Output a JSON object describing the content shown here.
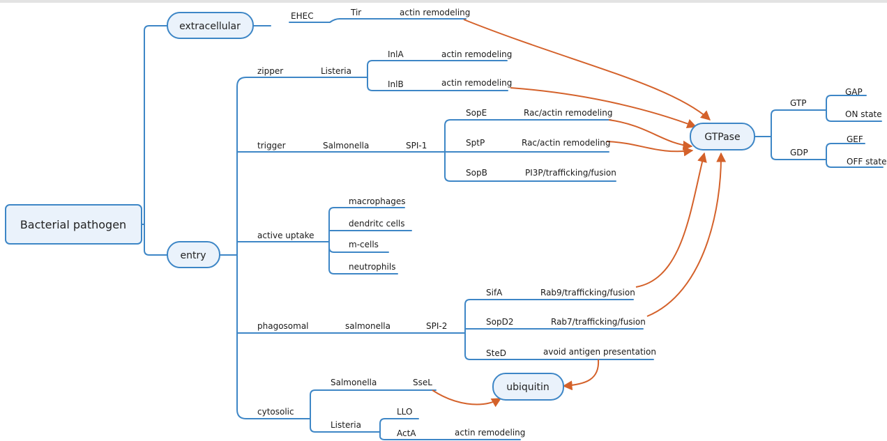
{
  "colors": {
    "branch": "#3d86c6",
    "arrow": "#d4612a",
    "node_fill": "#eaf2fb"
  },
  "root": "Bacterial pathogen",
  "extracellular": {
    "label": "extracellular",
    "ehec": "EHEC",
    "tir": "Tir",
    "tir_effect": "actin remodeling"
  },
  "entry": {
    "label": "entry",
    "zipper": {
      "label": "zipper",
      "listeria": "Listeria",
      "inla": "InlA",
      "inla_effect": "actin remodeling",
      "inlb": "InlB",
      "inlb_effect": "actin remodeling"
    },
    "trigger": {
      "label": "trigger",
      "salmonella": "Salmonella",
      "spi1": "SPI-1",
      "sope": "SopE",
      "sope_effect": "Rac/actin remodeling",
      "sptp": "SptP",
      "sptp_effect": "Rac/actin remodeling",
      "sopb": "SopB",
      "sopb_effect": "PI3P/trafficking/fusion"
    },
    "active_uptake": {
      "label": "active uptake",
      "macrophages": "macrophages",
      "dendritic": "dendritc cells",
      "mcells": "m-cells",
      "neutrophils": "neutrophils"
    },
    "phagosomal": {
      "label": "phagosomal",
      "salmonella": "salmonella",
      "spi2": "SPI-2",
      "sifa": "SifA",
      "sifa_effect": "Rab9/trafficking/fusion",
      "sopd2": "SopD2",
      "sopd2_effect": "Rab7/trafficking/fusion",
      "sted": "SteD",
      "sted_effect": "avoid antigen presentation"
    },
    "cytosolic": {
      "label": "cytosolic",
      "salmonella": "Salmonella",
      "ssel": "SseL",
      "listeria": "Listeria",
      "llo": "LLO",
      "acta": "ActA",
      "acta_effect": "actin remodeling"
    }
  },
  "gtpase": {
    "label": "GTPase",
    "gtp": "GTP",
    "gap": "GAP",
    "on_state": "ON state",
    "gdp": "GDP",
    "gef": "GEF",
    "off_state": "OFF state"
  },
  "ubiquitin": "ubiquitin"
}
